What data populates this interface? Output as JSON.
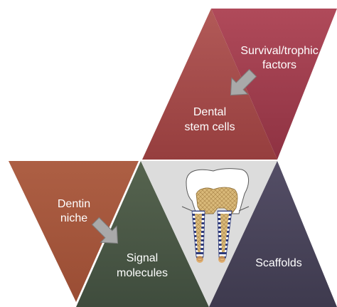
{
  "diagram": {
    "segments": {
      "survival": {
        "line1": "Survival/trophic",
        "line2": "factors",
        "color": "#9e3a4a"
      },
      "stem_cells": {
        "line1": "Dental",
        "line2": "stem cells",
        "color": "#a34a4a"
      },
      "dentin_niche": {
        "line1": "Dentin",
        "line2": "niche",
        "color": "#a5553c"
      },
      "signal": {
        "line1": "Signal",
        "line2": "molecules",
        "color": "#4a5a48"
      },
      "center": {
        "color": "#dcdcdc"
      },
      "scaffolds": {
        "label": "Scaffolds",
        "color": "#4a445a"
      }
    },
    "arrow_color": "#a9a9a9",
    "tooth_icon": "tooth-cross-section-icon"
  }
}
